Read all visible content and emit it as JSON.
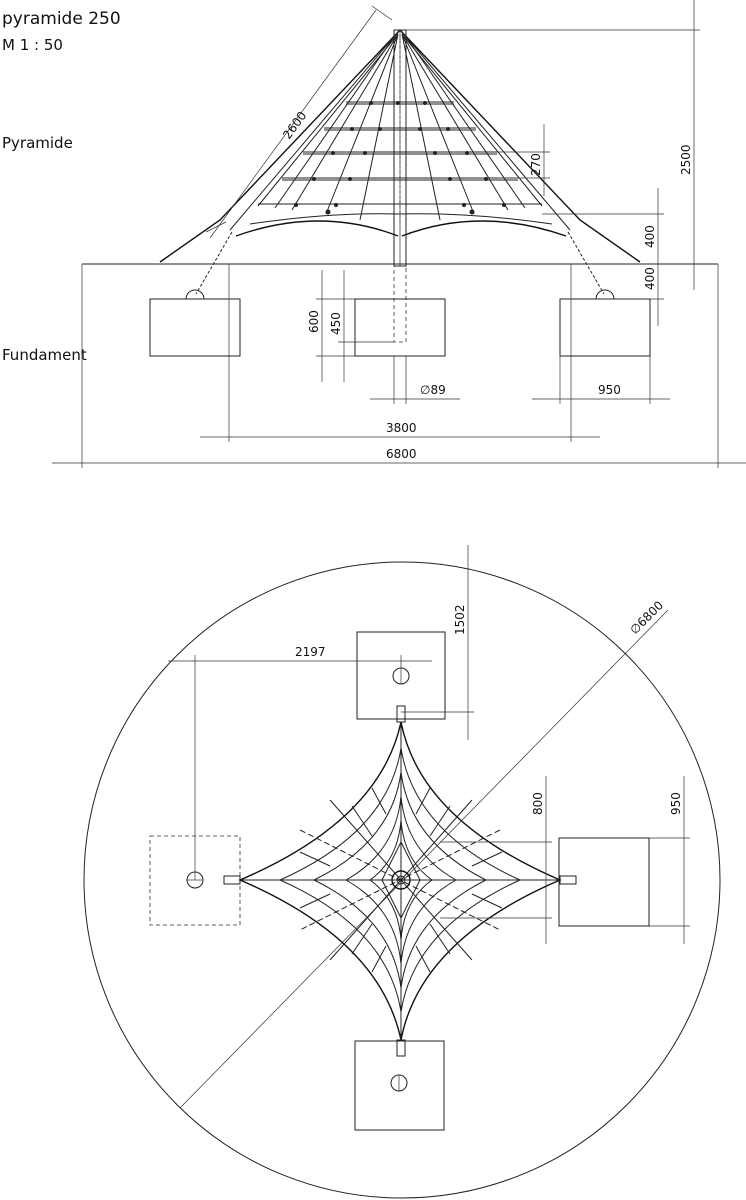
{
  "title": "pyramide  250",
  "scale": "M 1 : 50",
  "section_labels": {
    "pyramid": "Pyramide",
    "foundation": "Fundament"
  },
  "elevation_dimensions": {
    "rope_length": "2600",
    "total_height": "2500",
    "net_spacing": "270",
    "lower_height": "400",
    "ground_to_footing": "400",
    "footing_depth": "600",
    "post_embed": "450",
    "post_diameter": "∅89",
    "footing_width": "950",
    "inner_span": "3800",
    "outer_span": "6800"
  },
  "plan_dimensions": {
    "offset_x": "2197",
    "offset_y": "1502",
    "circle_diameter": "∅6800",
    "footing_small": "800",
    "footing_large": "950"
  }
}
